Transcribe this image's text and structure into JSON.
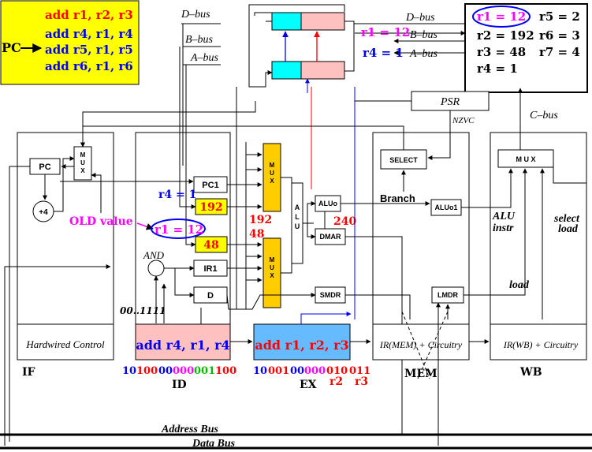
{
  "colors": {
    "red": "#ff0000",
    "blue": "#0000ee",
    "magenta": "#ff00ff",
    "green": "#00bb00",
    "yellow": "#ffff00",
    "orange": "#ffcc00",
    "cyan": "#00ffff",
    "pink": "#ffc0c0",
    "lightblue": "#66bbff"
  },
  "program": {
    "pc_label": "PC",
    "lines": [
      "add r1, r2, r3",
      "add r4, r1, r4",
      "add r5, r1, r5",
      "add r6, r1, r6"
    ]
  },
  "regfile": {
    "dbus": "D–bus",
    "bbus": "B–bus",
    "abus": "A–bus",
    "write_value": "r1 = 12",
    "read_value": "r4 = 1"
  },
  "registers": {
    "r1": "r1 = 12",
    "r2": "r2 = 192",
    "r3": "r3 = 48",
    "r4": "r4 = 1",
    "r5": "r5 = 2",
    "r6": "r6 = 3",
    "r7": "r7 = 4",
    "dbus": "D–bus",
    "bbus": "B–bus",
    "abus": "A–bus"
  },
  "stages": {
    "if": "IF",
    "id": "ID",
    "ex": "EX",
    "mem": "MEM",
    "wb": "WB"
  },
  "if_stage": {
    "pc": "PC",
    "mux": "M\nU\nX",
    "plus4": "+4",
    "hardwired": "Hardwired Control"
  },
  "id_stage": {
    "dbus": "D–bus",
    "bbus": "B–bus",
    "abus": "A–bus",
    "pc1": "PC1",
    "val192": "192",
    "val48": "48",
    "ir1": "IR1",
    "d": "D",
    "and": "AND",
    "mask": "00..1111",
    "r4_note": "r4 = 1",
    "old_value": "OLD value",
    "r1_old": "r1 = 12",
    "instruction": "add r4, r1, r4",
    "encoding": [
      {
        "text": "10",
        "color": "blue"
      },
      {
        "text": "100",
        "color": "red"
      },
      {
        "text": "00",
        "color": "blue"
      },
      {
        "text": "000",
        "color": "magenta"
      },
      {
        "text": "001",
        "color": "green"
      },
      {
        "text": "100",
        "color": "red"
      }
    ]
  },
  "ex_stage": {
    "mux": "M\nU\nX",
    "alu": "A\nL\nU",
    "alu_o": "ALUo",
    "dmar": "DMAR",
    "smdr": "SMDR",
    "val192": "192",
    "val48": "48",
    "val240": "240",
    "instruction": "add r1, r2, r3",
    "encoding": [
      {
        "text": "10",
        "color": "blue"
      },
      {
        "text": "001",
        "color": "red"
      },
      {
        "text": "00",
        "color": "blue"
      },
      {
        "text": "000",
        "color": "magenta"
      },
      {
        "text": "010",
        "color": "red"
      },
      {
        "text": "011",
        "color": "red"
      }
    ],
    "r2": "r2",
    "r3": "r3"
  },
  "mem_stage": {
    "psr": "PSR",
    "nzvc": "NZVC",
    "select": "SELECT",
    "branch": "Branch",
    "alu_o1": "ALUo1",
    "lmdr": "LMDR",
    "ir_mem": "IR(MEM) + Circuitry"
  },
  "wb_stage": {
    "cbus": "C–bus",
    "mux": "M U X",
    "alu_instr_1": "ALU",
    "alu_instr_2": "instr",
    "select_load_1": "select",
    "select_load_2": "load",
    "load": "load",
    "ir_wb": "IR(WB) + Circuitry"
  },
  "buses": {
    "address": "Address Bus",
    "data": "Data Bus"
  }
}
